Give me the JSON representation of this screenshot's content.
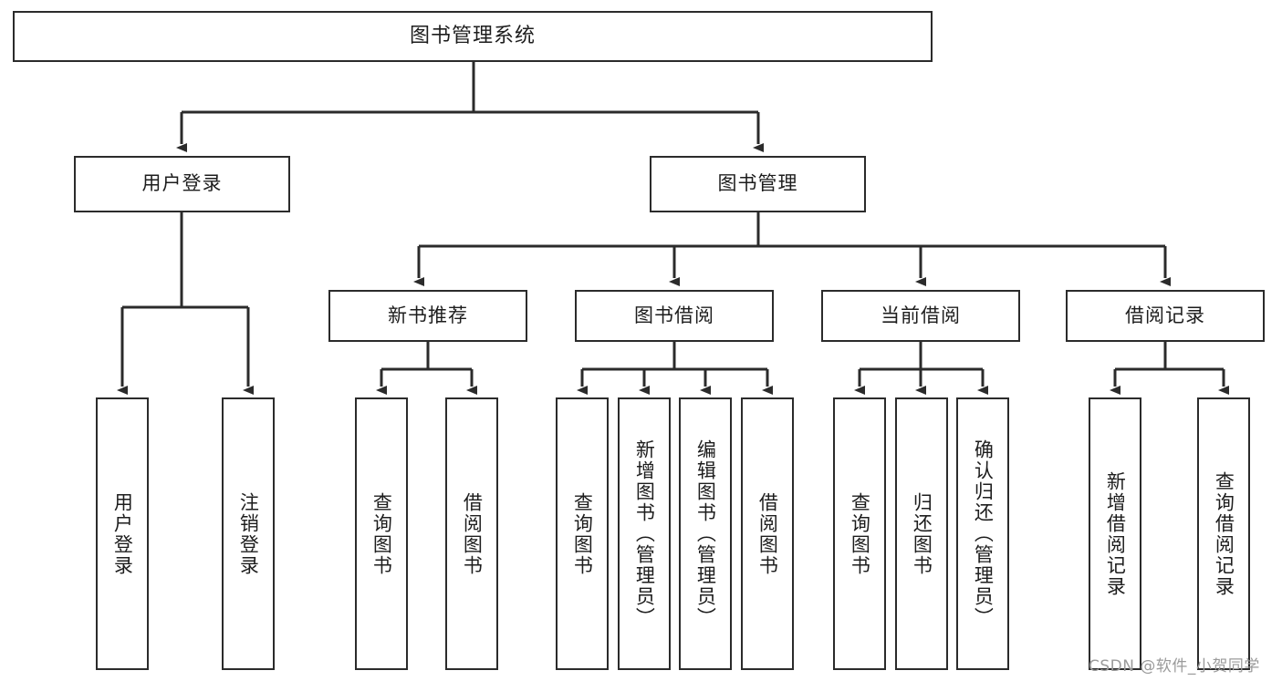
{
  "diagram": {
    "type": "tree",
    "title": "图书管理系统",
    "root": {
      "label": "图书管理系统"
    },
    "level2": [
      {
        "label": "用户登录"
      },
      {
        "label": "图书管理"
      }
    ],
    "level3": [
      {
        "label": "新书推荐"
      },
      {
        "label": "图书借阅"
      },
      {
        "label": "当前借阅"
      },
      {
        "label": "借阅记录"
      }
    ],
    "leaves": {
      "user_login": [
        {
          "label": "用户登录"
        },
        {
          "label": "注销登录"
        }
      ],
      "new_book_recommend": [
        {
          "label": "查询图书"
        },
        {
          "label": "借阅图书"
        }
      ],
      "book_borrow": [
        {
          "label": "查询图书"
        },
        {
          "label": "新增图书（管理员）"
        },
        {
          "label": "编辑图书（管理员）"
        },
        {
          "label": "借阅图书"
        }
      ],
      "current_borrow": [
        {
          "label": "查询图书"
        },
        {
          "label": "归还图书"
        },
        {
          "label": "确认归还（管理员）"
        }
      ],
      "borrow_record": [
        {
          "label": "新增借阅记录"
        },
        {
          "label": "查询借阅记录"
        }
      ]
    }
  },
  "watermark": {
    "text": "CSDN @软件_小贺同学"
  },
  "colors": {
    "border": "#2b2b2b",
    "background": "#ffffff",
    "text": "#1d1d1d",
    "watermark": "#9b9b9b"
  }
}
